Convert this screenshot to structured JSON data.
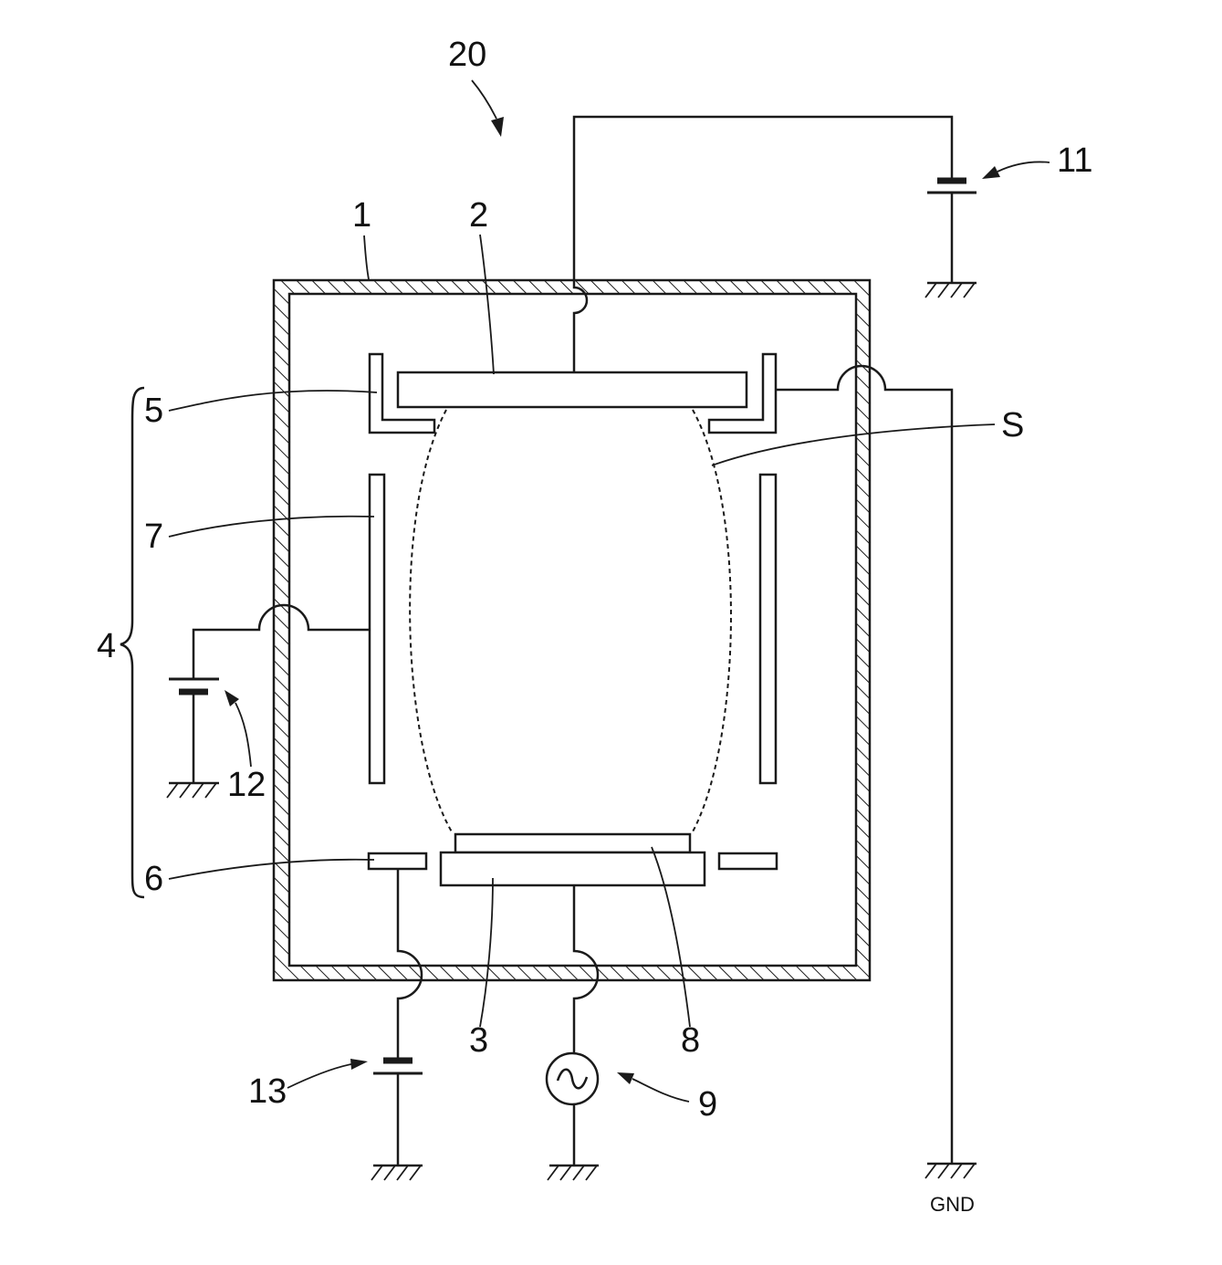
{
  "labels": {
    "apparatus": "20",
    "chamber": "1",
    "target_electrode": "2",
    "substrate_holder": "3",
    "shield_group": "4",
    "upper_shield": "5",
    "lower_shield": "6",
    "side_shield": "7",
    "substrate": "8",
    "rf_source": "9",
    "dc_source_top": "11",
    "dc_source_side": "12",
    "dc_source_bottom": "13",
    "plasma_space": "S",
    "ground": "GND"
  }
}
